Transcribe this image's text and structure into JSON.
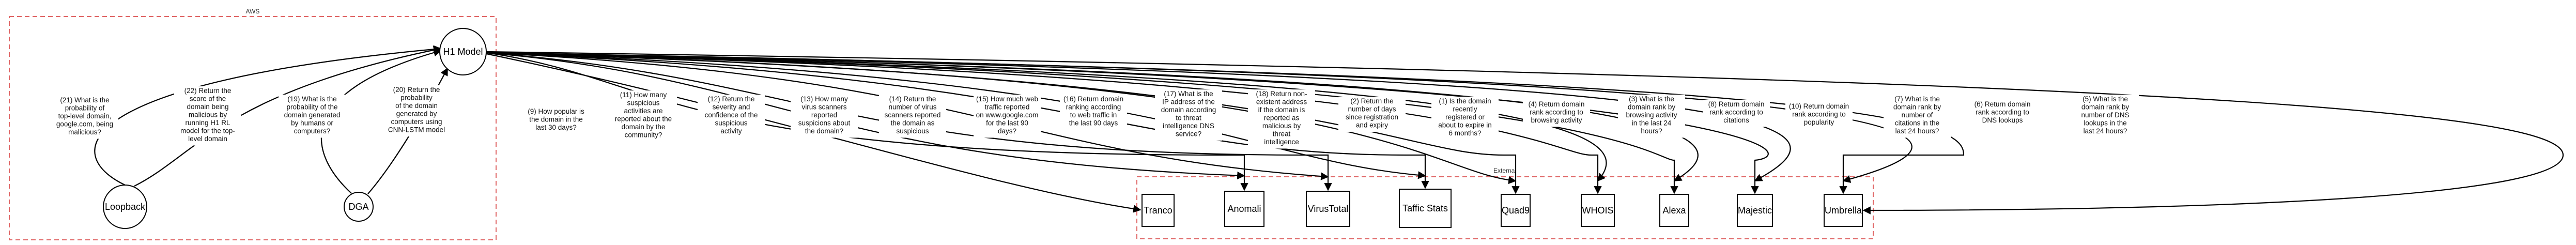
{
  "diagram": {
    "groups": {
      "aws": "AWS",
      "external": "External"
    },
    "nodes": {
      "h1": "H1 Model",
      "loopback": "Loopback",
      "dga": "DGA",
      "tranco": "Tranco",
      "anomali": "Anomali",
      "virustotal": "VirusTotal",
      "trafficstats": "Taffic Stats",
      "quad9": "Quad9",
      "whois": "WHOIS",
      "alexa": "Alexa",
      "majestic": "Majestic",
      "umbrella": "Umbrella"
    },
    "edges": [
      [
        "(21) What is the",
        "probability of",
        "top-level domain,",
        "google.com, being",
        "malicious?"
      ],
      [
        "(22) Return the",
        "score of the",
        "domain being",
        "malicious by",
        "running H1 RL",
        "model for the top-",
        "level domain"
      ],
      [
        "(19) What is the",
        "probability of the",
        "domain generated",
        "by humans or",
        "computers?"
      ],
      [
        "(20) Return the",
        "probability",
        "of the domain",
        "generated by",
        "computers using",
        "CNN-LSTM model"
      ],
      [
        "(9) How popular is",
        "the domain in the",
        "last 30 days?"
      ],
      [
        "(11) How many",
        "suspicious",
        "activities are",
        "reported about the",
        "domain by the",
        "community?"
      ],
      [
        "(12) Return the",
        "severity and",
        "confidence of the",
        "suspicious",
        "activity"
      ],
      [
        "(13) How many",
        "virus scanners",
        "reported",
        "suspicions about",
        "the domain?"
      ],
      [
        "(14) Return the",
        "number of virus",
        "scanners reported",
        "the domain as",
        "suspicious"
      ],
      [
        "(15) How much web",
        "traffic reported",
        "on www.google.com",
        "for the last 90",
        "days?"
      ],
      [
        "(16) Return domain",
        "ranking according",
        "to web traffic in",
        "the last 90 days"
      ],
      [
        "(17) What is the",
        "IP address of the",
        "domain according",
        "to threat",
        "intelligence DNS",
        "service?"
      ],
      [
        "(18) Return non-",
        "existent address",
        "if the domain is",
        "reported as",
        "malicious by",
        "threat",
        "intelligence"
      ],
      [
        "(2) Return the",
        "number of days",
        "since registration",
        "and expiry"
      ],
      [
        "(1) Is the domain",
        "recently",
        "registered or",
        "about to expire in",
        "6 months?"
      ],
      [
        "(4) Return domain",
        "rank according to",
        "browsing activity"
      ],
      [
        "(3) What is the",
        "domain rank by",
        "browsing activity",
        "in the last 24",
        "hours?"
      ],
      [
        "(8) Return domain",
        "rank according to",
        "citations"
      ],
      [
        "(10) Return domain",
        "rank according to",
        "popularity"
      ],
      [
        "(7) What is the",
        "domain rank by",
        "number of",
        "citations in the",
        "last 24 hours?"
      ],
      [
        "(6) Return domain",
        "rank according to",
        "DNS lookups"
      ],
      [
        "(5) What is the",
        "domain rank by",
        "number of DNS",
        "lookups in the",
        "last 24 hours?"
      ]
    ]
  }
}
